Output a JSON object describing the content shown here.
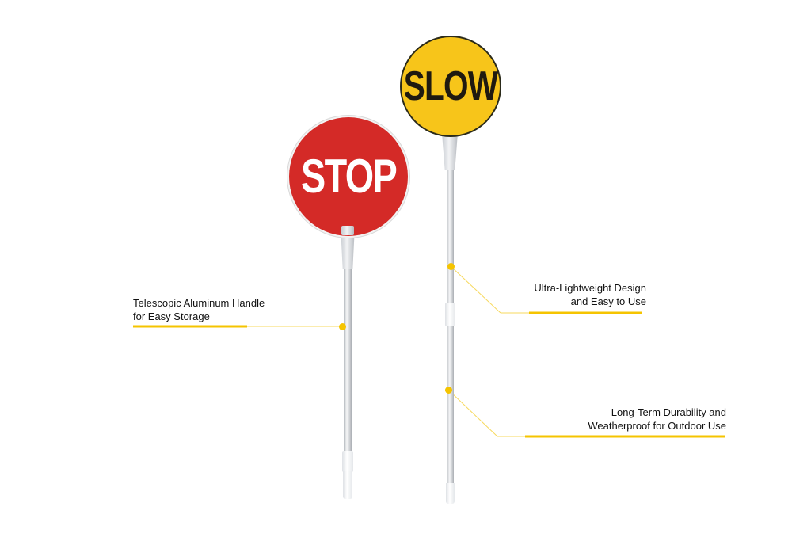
{
  "signs": {
    "stop": {
      "text": "STOP",
      "color": "#d42a27",
      "text_color": "#ffffff"
    },
    "slow": {
      "text": "SLOW",
      "color": "#f7c51a",
      "text_color": "#1f1a10"
    }
  },
  "callouts": [
    {
      "line1": "Telescopic Aluminum Handle",
      "line2": "for Easy Storage"
    },
    {
      "line1": "Ultra-Lightweight Design",
      "line2": "and Easy to Use"
    },
    {
      "line1": "Long-Term Durability and",
      "line2": "Weatherproof for Outdoor Use"
    }
  ],
  "accent_color": "#f5c400"
}
